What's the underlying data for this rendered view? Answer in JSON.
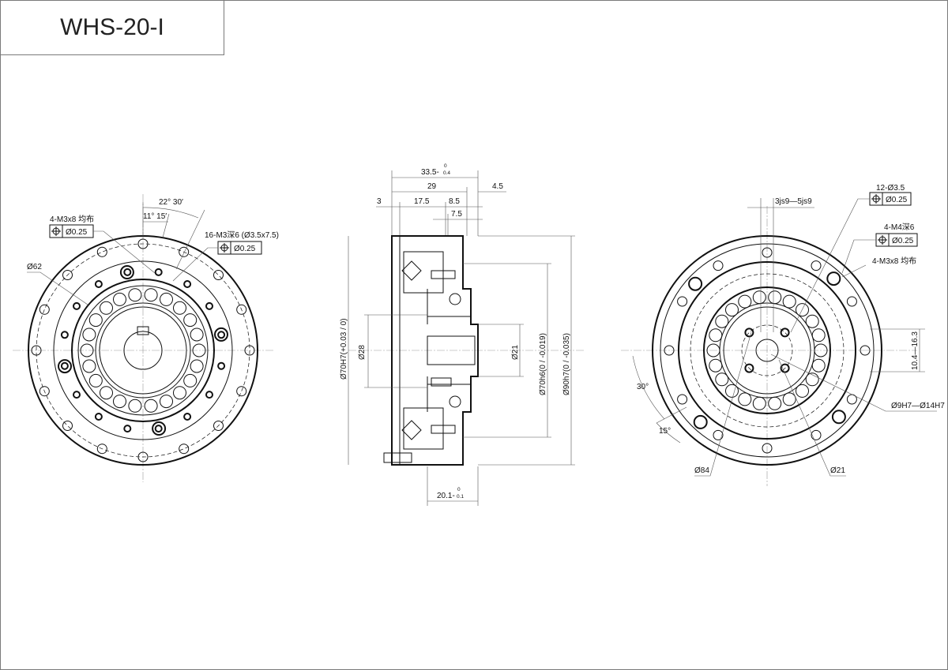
{
  "title": "WHS-20-I",
  "left_view": {
    "angle_outer": "22° 30′",
    "angle_inner": "11° 15′",
    "callout_a": "4-M3x8 均布",
    "callout_a_tol": "Ø0.25",
    "callout_b": "16-M3深6 (Ø3.5x7.5)",
    "callout_b_tol": "Ø0.25",
    "dia": "Ø62"
  },
  "side_view": {
    "dim_overall": "33.5-",
    "dim_overall_tol_up": "0",
    "dim_overall_tol_low": "0.4",
    "dim_29": "29",
    "dim_4_5": "4.5",
    "dim_3": "3",
    "dim_17_5": "17.5",
    "dim_8_5": "8.5",
    "dim_7_5": "7.5",
    "dim_bottom": "20.1-",
    "dim_bottom_tol_up": "0",
    "dim_bottom_tol_low": "0.1",
    "dia_70H7": "Ø70H7(+0.03 / 0)",
    "dia_28": "Ø28",
    "dia_21": "Ø21",
    "dia_70h6": "Ø70h6(0 / -0.019)",
    "dia_90h7": "Ø90h7(0 / -0.035)"
  },
  "right_view": {
    "key_width": "3js9—5js9",
    "callout_a": "12-Ø3.5",
    "callout_a_tol": "Ø0.25",
    "callout_b": "4-M4深6",
    "callout_b_tol": "Ø0.25",
    "callout_c": "4-M3x8 均布",
    "key_height": "10.4—16.3",
    "bore": "Ø9H7—Ø14H7",
    "angle_30": "30°",
    "angle_15": "15°",
    "dia_84": "Ø84",
    "dia_21": "Ø21"
  },
  "icons": {
    "position_tolerance": "position-symbol"
  }
}
